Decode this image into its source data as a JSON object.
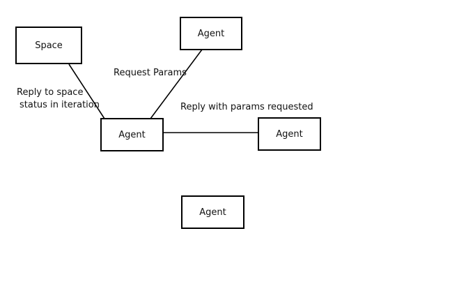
{
  "diagram": {
    "nodes": {
      "space": "Space",
      "agent_top": "Agent",
      "agent_center": "Agent",
      "agent_right": "Agent",
      "agent_bottom": "Agent"
    },
    "edges": [
      {
        "from": "space",
        "to": "agent_center",
        "label": "Reply to space\nstatus in iteration"
      },
      {
        "from": "agent_top",
        "to": "agent_center",
        "label": "Request Params"
      },
      {
        "from": "agent_center",
        "to": "agent_right",
        "label": "Reply with params requested"
      }
    ],
    "labels": {
      "space_reply_line1": "Reply to space",
      "space_reply_line2": "status in iteration",
      "request_params": "Request Params",
      "reply_params": "Reply with params requested"
    }
  }
}
